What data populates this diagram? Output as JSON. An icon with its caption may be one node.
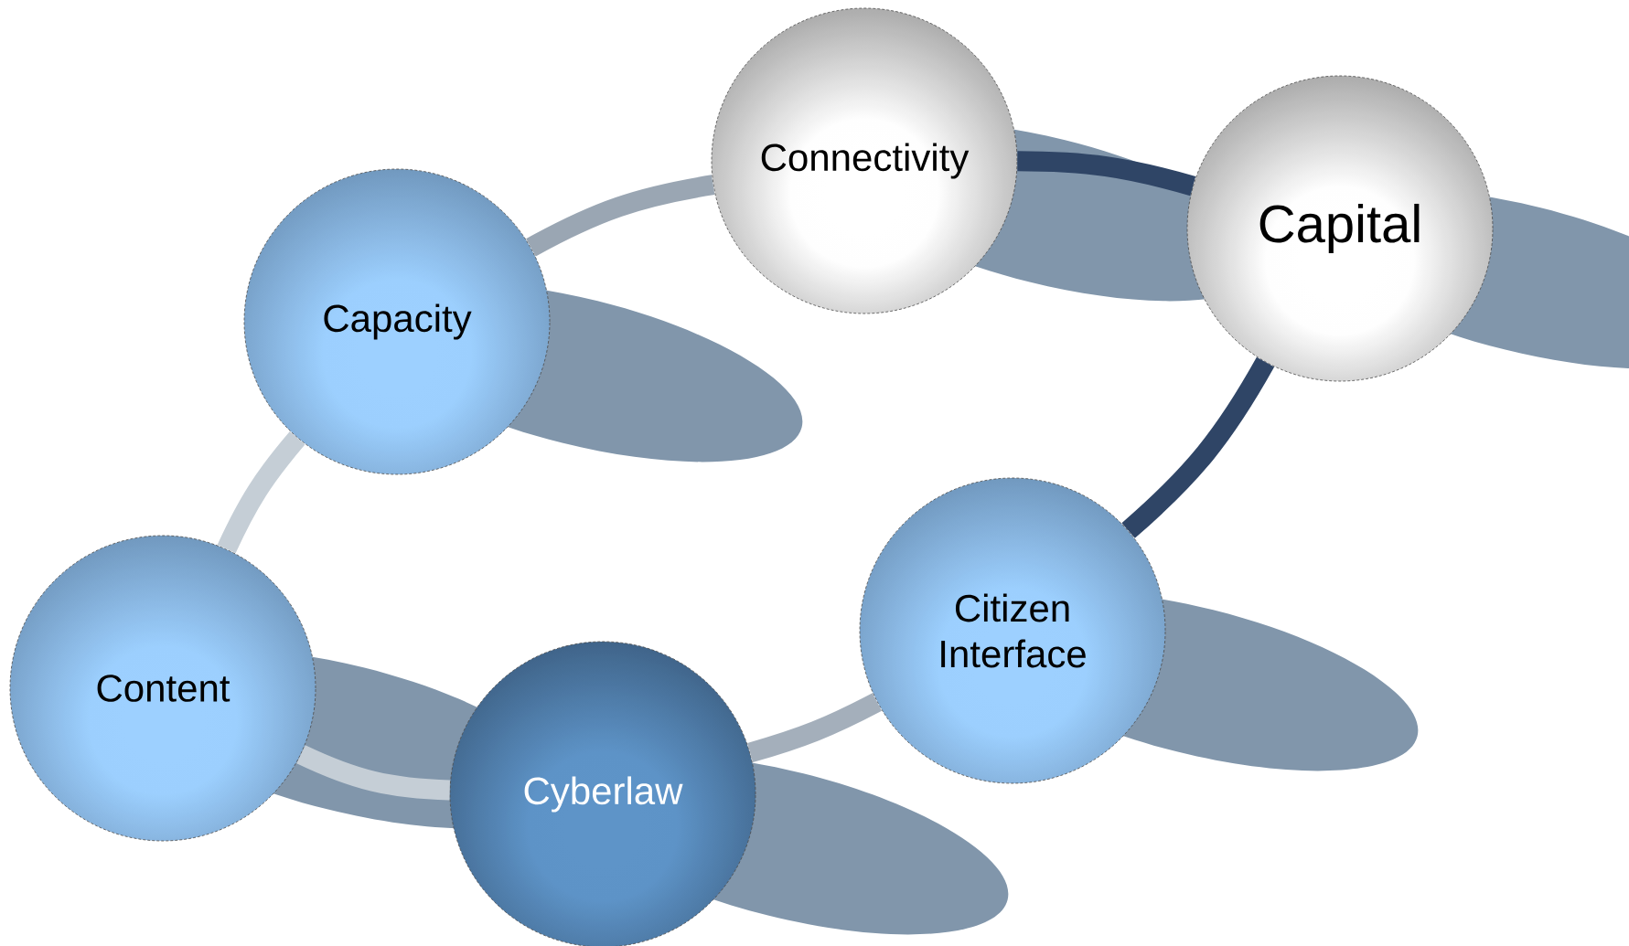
{
  "diagram": {
    "nodes": [
      {
        "text": [
          "Connectivity"
        ]
      },
      {
        "text": [
          "Capital"
        ]
      },
      {
        "text": [
          "Capacity"
        ]
      },
      {
        "text": [
          "Citizen Interface"
        ]
      },
      {
        "text": [
          "Content"
        ]
      },
      {
        "text": [
          "Cyberlaw"
        ]
      }
    ],
    "edges": [
      {
        "from": 4,
        "to": 2,
        "arrow": "none",
        "color": "#c5ced6"
      },
      {
        "from": 2,
        "to": 0,
        "arrow": "none",
        "color": "#9aa6b3"
      },
      {
        "from": 0,
        "to": 1,
        "arrow": "none",
        "color": "#2f4566"
      },
      {
        "from": 1,
        "to": 3,
        "arrow": "none",
        "color": "#2f4566"
      },
      {
        "from": 3,
        "to": 5,
        "arrow": "none",
        "color": "#a4afbb"
      },
      {
        "from": 5,
        "to": 4,
        "arrow": "none",
        "color": "#c5ced6"
      }
    ]
  }
}
